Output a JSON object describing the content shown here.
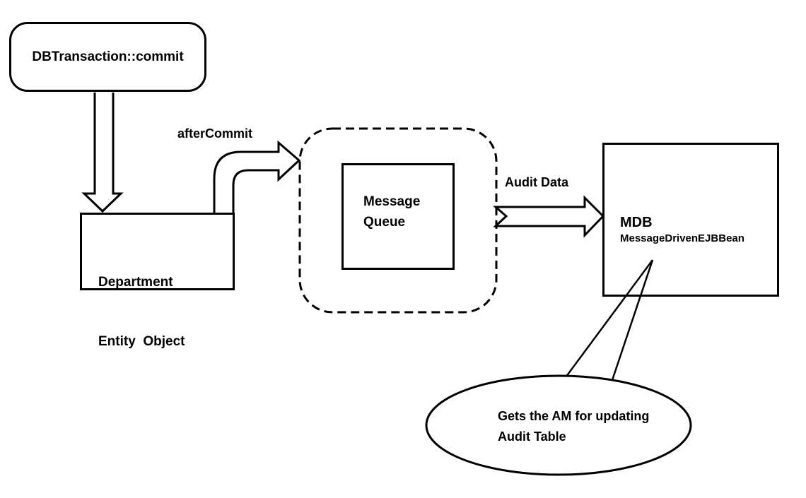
{
  "diagram": {
    "background": "#ffffff",
    "stroke_color": "#000000",
    "fill_color": "#ffffff",
    "nodes": {
      "db_transaction": {
        "label": "DBTransaction::commit"
      },
      "department_entity": {
        "line1": "Department",
        "line2": "Entity  Object"
      },
      "message_queue": {
        "line1": "Message",
        "line2": "Queue"
      },
      "mdb": {
        "title": "MDB",
        "subtitle": "MessageDrivenEJBBean"
      }
    },
    "edge_labels": {
      "after_commit": "afterCommit",
      "audit_data": "Audit Data"
    },
    "callout": {
      "line1": "Gets the AM for updating",
      "line2": "Audit Table"
    }
  }
}
